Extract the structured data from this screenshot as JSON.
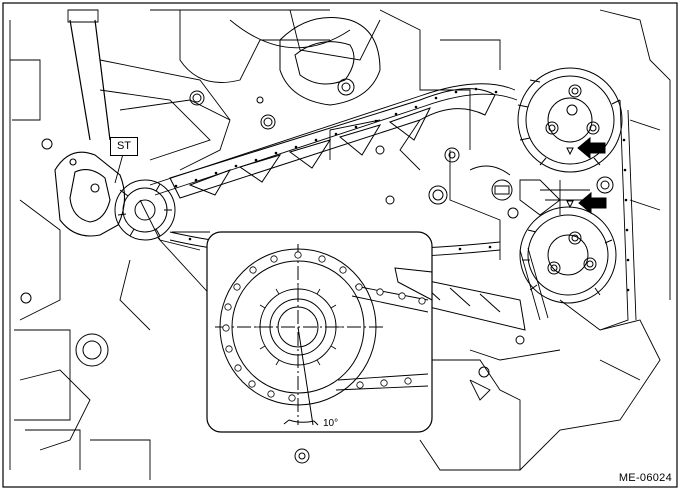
{
  "labels": {
    "special_tool": "ST",
    "angle": "10°",
    "figure_id": "ME-06024"
  },
  "icons": [
    "arrow-icon",
    "timing-mark-triangle-icon"
  ],
  "colors": {
    "line": "#000000",
    "background": "#ffffff"
  }
}
